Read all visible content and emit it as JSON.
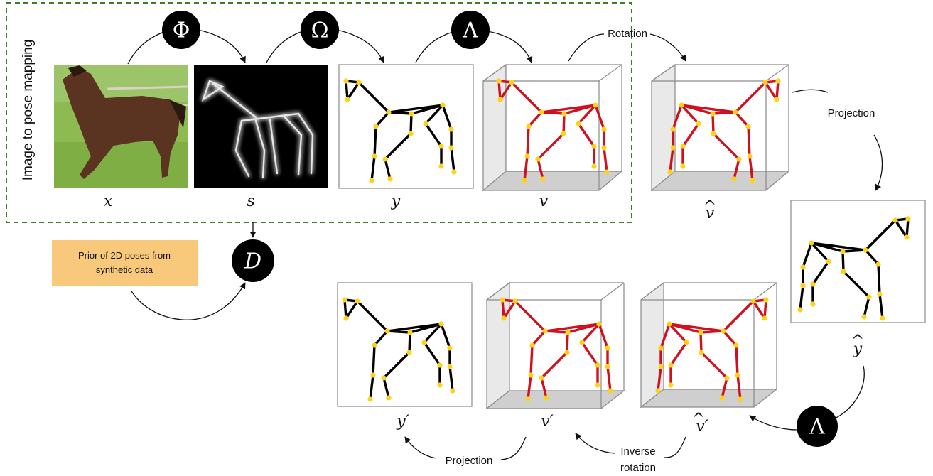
{
  "frame": {
    "label": "Image to pose mapping",
    "border_color": "#3f7d26"
  },
  "operators": {
    "phi": "Φ",
    "omega": "Ω",
    "lambda": "Λ",
    "discriminator": "D"
  },
  "variables": {
    "x": "x",
    "s": "s",
    "y": "y",
    "v": "v",
    "v_hat": "v",
    "y_hat": "y",
    "y_prime": "y′",
    "v_prime": "v′",
    "v_hat_prime": "v′",
    "hat_mark": "^"
  },
  "labels": {
    "rotation": "Rotation",
    "projection": "Projection",
    "inverse_rotation_line1": "Inverse",
    "inverse_rotation_line2": "rotation"
  },
  "prior_box": {
    "line1": "Prior of 2D poses from",
    "line2": "synthetic data",
    "color": "#f9c97b"
  },
  "colors": {
    "skeleton_2d": "#000000",
    "skeleton_3d": "#d0101e",
    "joint": "#ffd21a",
    "horse_body": "#5a3420",
    "grass": "#8dbb52"
  }
}
